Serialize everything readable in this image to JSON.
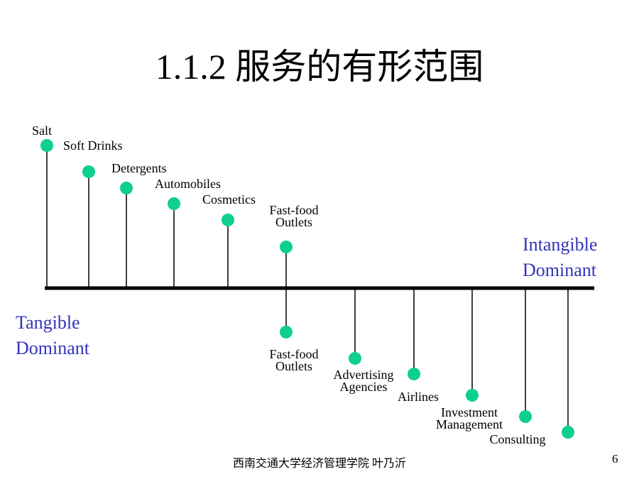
{
  "title": "1.1.2 服务的有形范围",
  "tangible_label": [
    "Tangible",
    "Dominant"
  ],
  "intangible_label": [
    "Intangible",
    "Dominant"
  ],
  "marker_color": "#0fcf8f",
  "label_color": "#3333bb",
  "above_items": [
    {
      "label": [
        "Salt"
      ]
    },
    {
      "label": [
        "Soft Drinks"
      ]
    },
    {
      "label": [
        "Detergents"
      ]
    },
    {
      "label": [
        "Automobiles"
      ]
    },
    {
      "label": [
        "Cosmetics"
      ]
    },
    {
      "label": [
        "Fast-food",
        "Outlets"
      ]
    }
  ],
  "below_items": [
    {
      "label": [
        "Fast-food",
        "Outlets"
      ]
    },
    {
      "label": [
        "Advertising",
        "Agencies"
      ]
    },
    {
      "label": [
        "Airlines"
      ]
    },
    {
      "label": [
        "Investment",
        "Management"
      ]
    },
    {
      "label": [
        "Consulting"
      ]
    }
  ],
  "footer": "西南交通大学经济管理学院   叶乃沂",
  "page_number": "6"
}
